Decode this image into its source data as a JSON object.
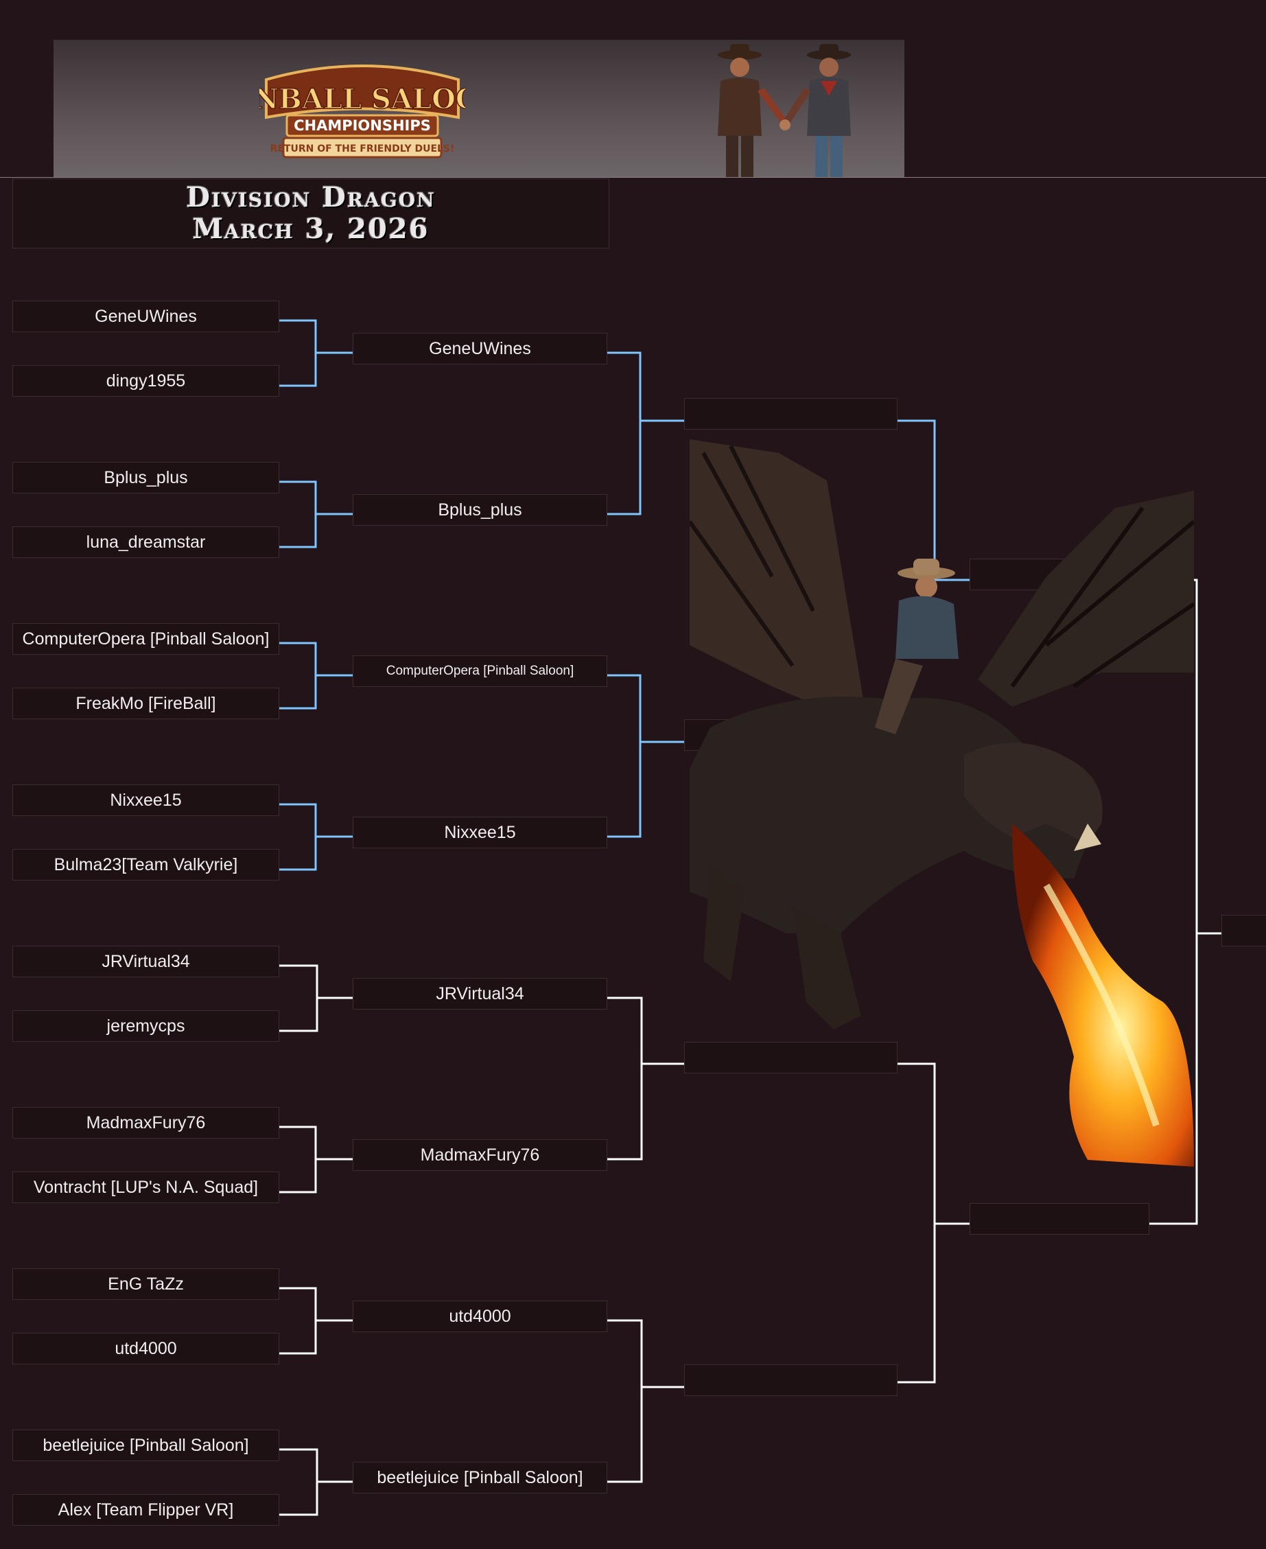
{
  "header": {
    "logo_title": "PINBALL SALOON",
    "logo_subtitle": "CHAMPIONSHIPS",
    "logo_tagline": "RETURN OF THE FRIENDLY DUELS!"
  },
  "title": {
    "line1": "Division Dragon",
    "line2": "March 3, 2026"
  },
  "round1": [
    "GeneUWines",
    "dingy1955",
    "Bplus_plus",
    "luna_dreamstar",
    "ComputerOpera [Pinball Saloon]",
    "FreakMo [FireBall]",
    "Nixxee15",
    "Bulma23[Team Valkyrie]",
    "JRVirtual34",
    "jeremycps",
    "MadmaxFury76",
    "Vontracht [LUP's N.A. Squad]",
    "EnG TaZz",
    "utd4000",
    "beetlejuice [Pinball Saloon]",
    "Alex [Team Flipper VR]"
  ],
  "round2": [
    "GeneUWines",
    "Bplus_plus",
    "ComputerOpera [Pinball Saloon]",
    "Nixxee15",
    "JRVirtual34",
    "MadmaxFury76",
    "utd4000",
    "beetlejuice [Pinball Saloon]"
  ],
  "round3": [
    "",
    "",
    "",
    ""
  ],
  "round4": [
    "",
    ""
  ],
  "final": [
    ""
  ],
  "colors": {
    "background": "#221418",
    "connector_lit": "#7fc6ff",
    "connector": "#ffffff"
  }
}
